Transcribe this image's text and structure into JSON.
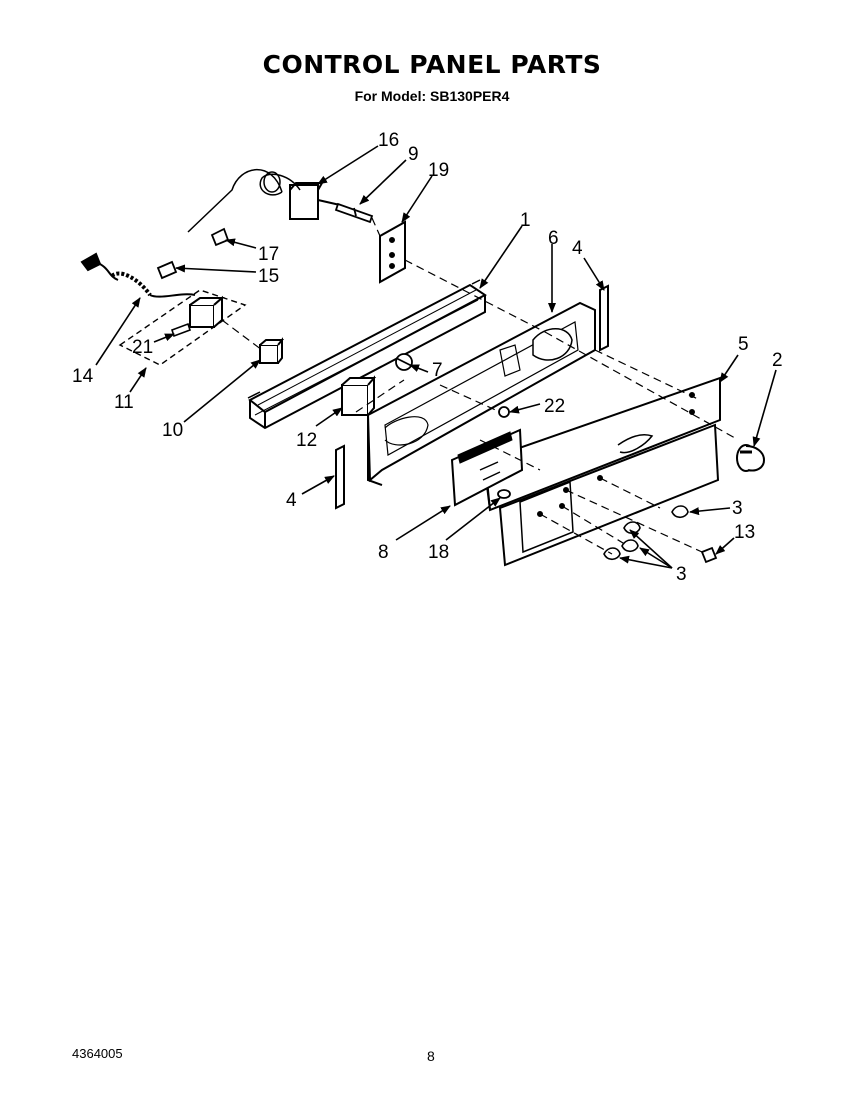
{
  "header": {
    "title": "CONTROL PANEL PARTS",
    "subtitle": "For Model: SB130PER4"
  },
  "callouts": {
    "c1": "1",
    "c2": "2",
    "c3a": "3",
    "c3b": "3",
    "c4a": "4",
    "c4b": "4",
    "c5": "5",
    "c6": "6",
    "c7": "7",
    "c8": "8",
    "c9": "9",
    "c10": "10",
    "c11": "11",
    "c12": "12",
    "c13": "13",
    "c14": "14",
    "c15": "15",
    "c16": "16",
    "c17": "17",
    "c18": "18",
    "c19": "19",
    "c21": "21",
    "c22": "22"
  },
  "footer": {
    "doc_number": "4364005",
    "page_number": "8"
  }
}
